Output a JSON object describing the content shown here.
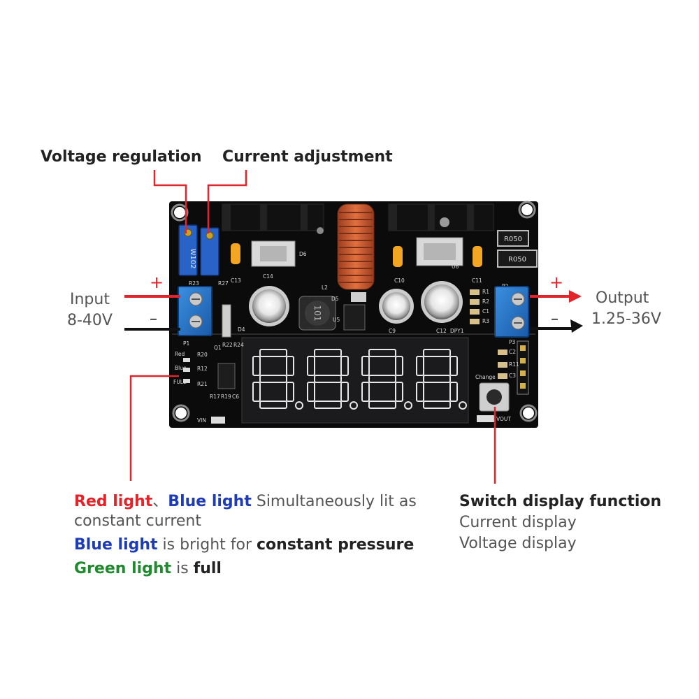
{
  "labels": {
    "voltage_regulation": "Voltage regulation",
    "current_adjustment": "Current adjustment",
    "input_title": "Input",
    "input_range": "8-40V",
    "output_title": "Output",
    "output_range": "1.25-36V",
    "plus": "+",
    "minus": "–"
  },
  "board_silk": {
    "r050_top": "R050",
    "r050_bottom": "R050",
    "d6": "D6",
    "u6": "U6",
    "l2": "L2",
    "c13": "C13",
    "c10": "C10",
    "c11": "C11",
    "c14": "C14",
    "c9": "C9",
    "c12": "C12",
    "dpy1": "DPY1",
    "d5": "D5",
    "u5": "U5",
    "r1": "R1",
    "r2": "R2",
    "c1": "C1",
    "r3": "R3",
    "p2": "P2",
    "p3": "P3",
    "c2": "C2",
    "r11": "R11",
    "c3": "C3",
    "p1": "P1",
    "d4": "D4",
    "r22": "R22",
    "r24": "R24",
    "q1": "Q1",
    "r20": "R20",
    "r12": "R12",
    "r21": "R21",
    "r17": "R17",
    "r19": "R19",
    "c6": "C6",
    "r23": "R23",
    "r27": "R27",
    "vin": "VIN",
    "vout": "VOUT",
    "change": "Change",
    "red_lbl": "Red",
    "blue_lbl": "Blue",
    "full_lbl": "FULL",
    "inductor_mark": "101",
    "pot_mark": "W102"
  },
  "left_caption": {
    "line1_red": "Red light",
    "line1_sep": "、",
    "line1_blue": "Blue light",
    "line1_rest": " Simultaneously lit as",
    "line2": "constant current",
    "line3_blue": "Blue light",
    "line3_mid": " is bright for ",
    "line3_bold": "constant pressure",
    "line4_green": "Green light",
    "line4_mid": " is ",
    "line4_bold": "full"
  },
  "right_caption": {
    "title": "Switch display function",
    "line1": "Current display",
    "line2": "Voltage display"
  },
  "colors": {
    "board": "#0b0b0c",
    "red": "#e0262b",
    "blue": "#1e3db5",
    "green": "#1f8a2e",
    "terminal": "#1f74c9",
    "display_segment": "#2a2426"
  }
}
